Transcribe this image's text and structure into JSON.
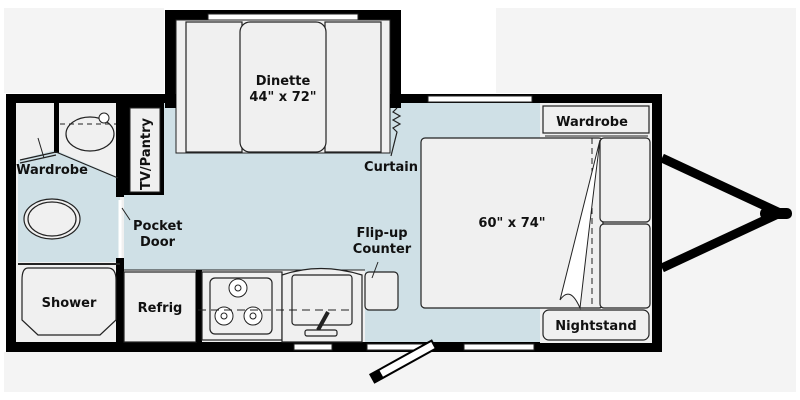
{
  "floorplan": {
    "colors": {
      "background": "#f4f4f4",
      "wall": "#000000",
      "floor": "#cfe0e6",
      "furniture": "#f0f0f0"
    },
    "rooms": {
      "dinette": {
        "name": "Dinette",
        "size": "44\" x 72\""
      },
      "bed": {
        "size": "60\" x 74\""
      },
      "wardrobe_front": "Wardrobe",
      "wardrobe_rear": "Wardrobe",
      "tv_pantry": "TV/Pantry",
      "curtain": "Curtain",
      "pocket_door": [
        "Pocket",
        "Door"
      ],
      "flip_up_counter": [
        "Flip-up",
        "Counter"
      ],
      "shower": "Shower",
      "refrig": "Refrig",
      "nightstand": "Nightstand"
    }
  }
}
